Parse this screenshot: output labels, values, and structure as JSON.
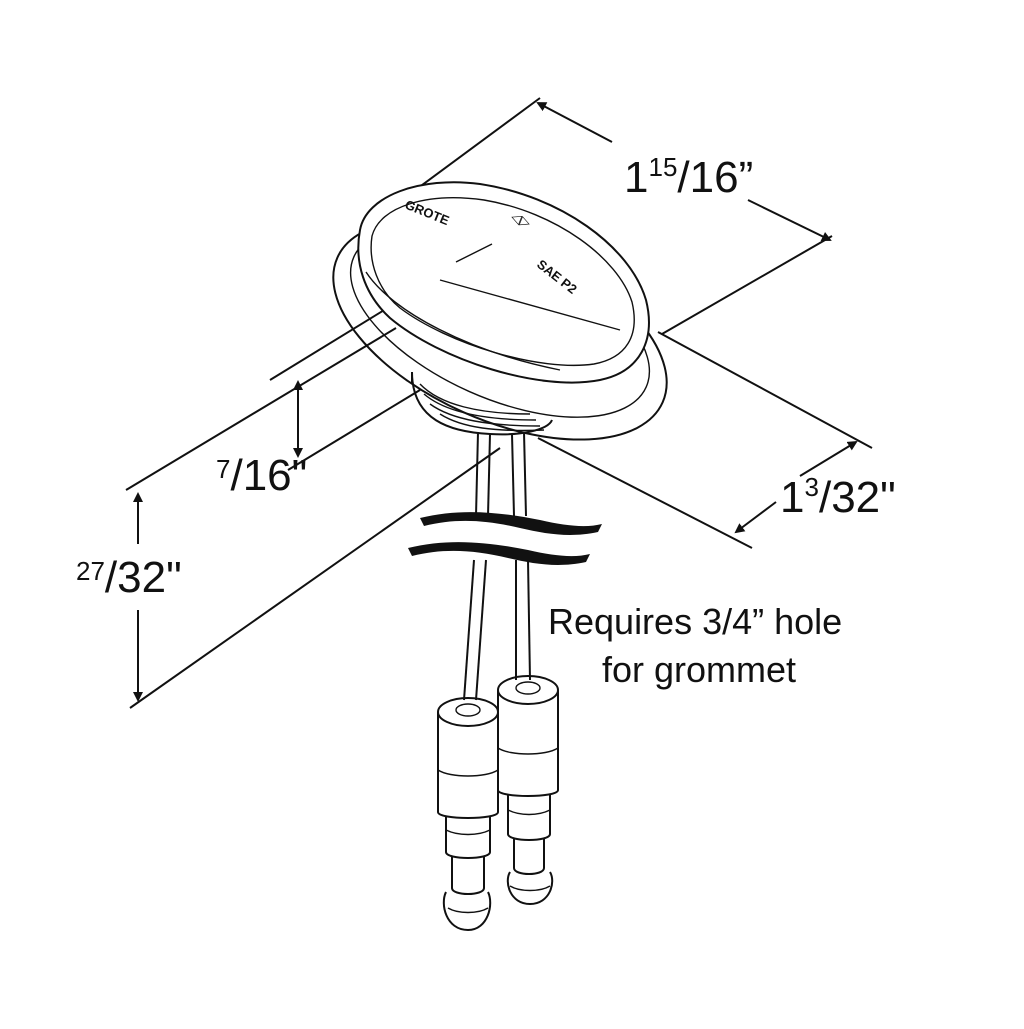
{
  "dimensions": {
    "length": {
      "whole": "1",
      "numerator": "15",
      "denominator": "16",
      "unit": "”"
    },
    "width": {
      "whole": "1",
      "numerator": "3",
      "denominator": "32",
      "unit": "\""
    },
    "height": {
      "whole": "",
      "numerator": "27",
      "denominator": "32",
      "unit": "\""
    },
    "lens_height": {
      "whole": "",
      "numerator": "7",
      "denominator": "16",
      "unit": "\""
    }
  },
  "note": {
    "line1": "Requires 3/4” hole",
    "line2": "for grommet"
  },
  "lens_markings": {
    "brand": "GROTE",
    "symbol": "◁▷",
    "code": "SAE P2"
  }
}
